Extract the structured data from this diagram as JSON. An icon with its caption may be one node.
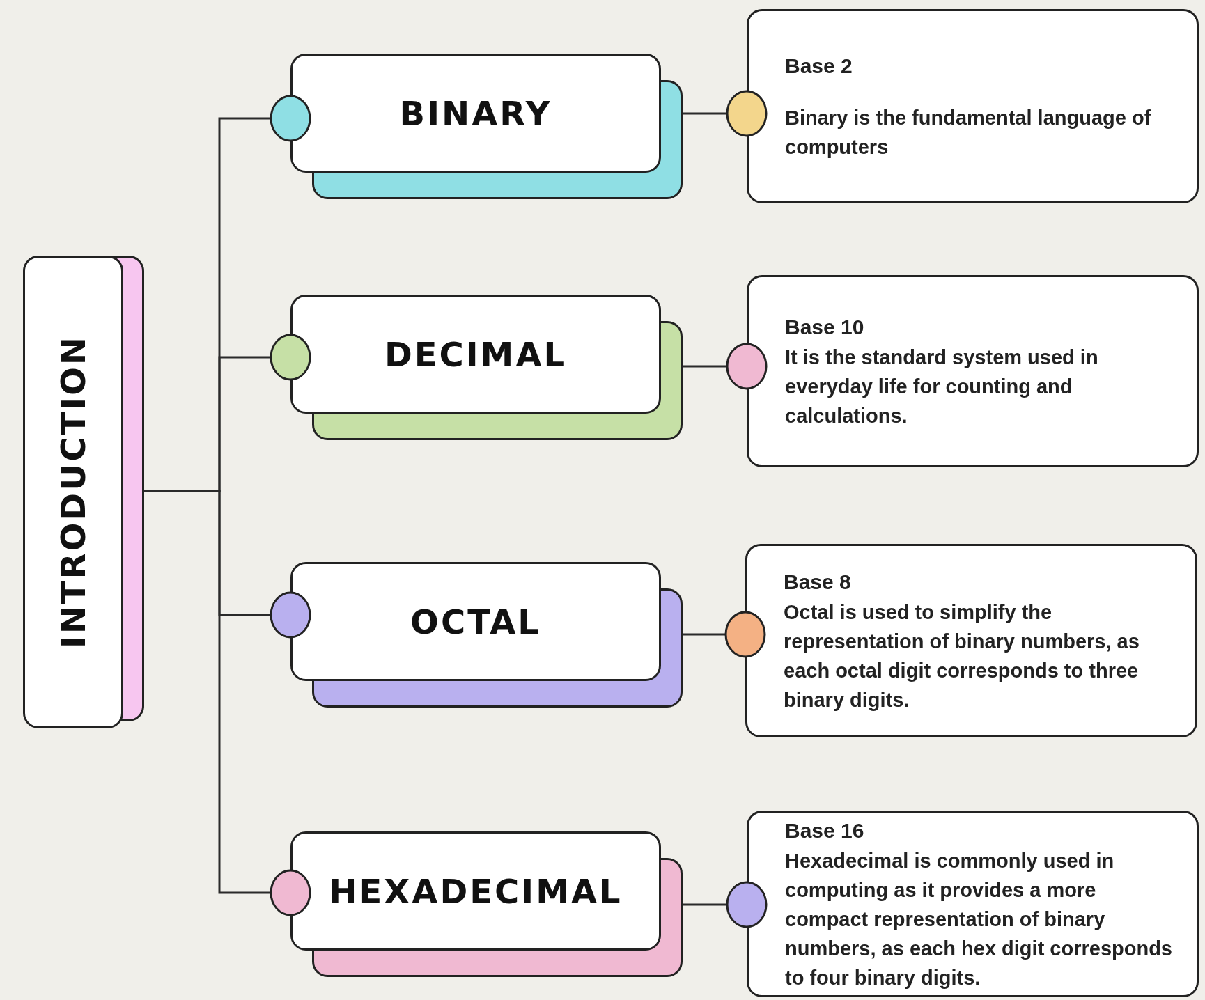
{
  "diagram": {
    "nodes": [
      {
        "text": [
          "INTRODUCTION"
        ]
      },
      {
        "text": [
          "BINARY"
        ]
      },
      {
        "text": [
          "DECIMAL"
        ]
      },
      {
        "text": [
          "OCTAL"
        ]
      },
      {
        "text": [
          "HEXADECIMAL"
        ]
      },
      {
        "text": [
          "Base 2",
          "Binary is the fundamental language of computers"
        ]
      },
      {
        "text": [
          "Base 10",
          "It is the standard system used in everyday life for counting and calculations."
        ]
      },
      {
        "text": [
          "Base 8",
          "Octal is used to simplify the representation of binary numbers, as each octal digit corresponds to three binary digits."
        ]
      },
      {
        "text": [
          "Base 16",
          "Hexadecimal is commonly used in computing as it provides a more compact representation of binary numbers, as each hex digit corresponds to four binary digits."
        ]
      }
    ],
    "edges": [
      {
        "from": 0,
        "to": 1,
        "arrow": "none"
      },
      {
        "from": 0,
        "to": 2,
        "arrow": "none"
      },
      {
        "from": 0,
        "to": 3,
        "arrow": "none"
      },
      {
        "from": 0,
        "to": 4,
        "arrow": "none"
      },
      {
        "from": 1,
        "to": 5,
        "arrow": "none"
      },
      {
        "from": 2,
        "to": 6,
        "arrow": "none"
      },
      {
        "from": 3,
        "to": 7,
        "arrow": "none"
      },
      {
        "from": 4,
        "to": 8,
        "arrow": "none"
      }
    ]
  }
}
